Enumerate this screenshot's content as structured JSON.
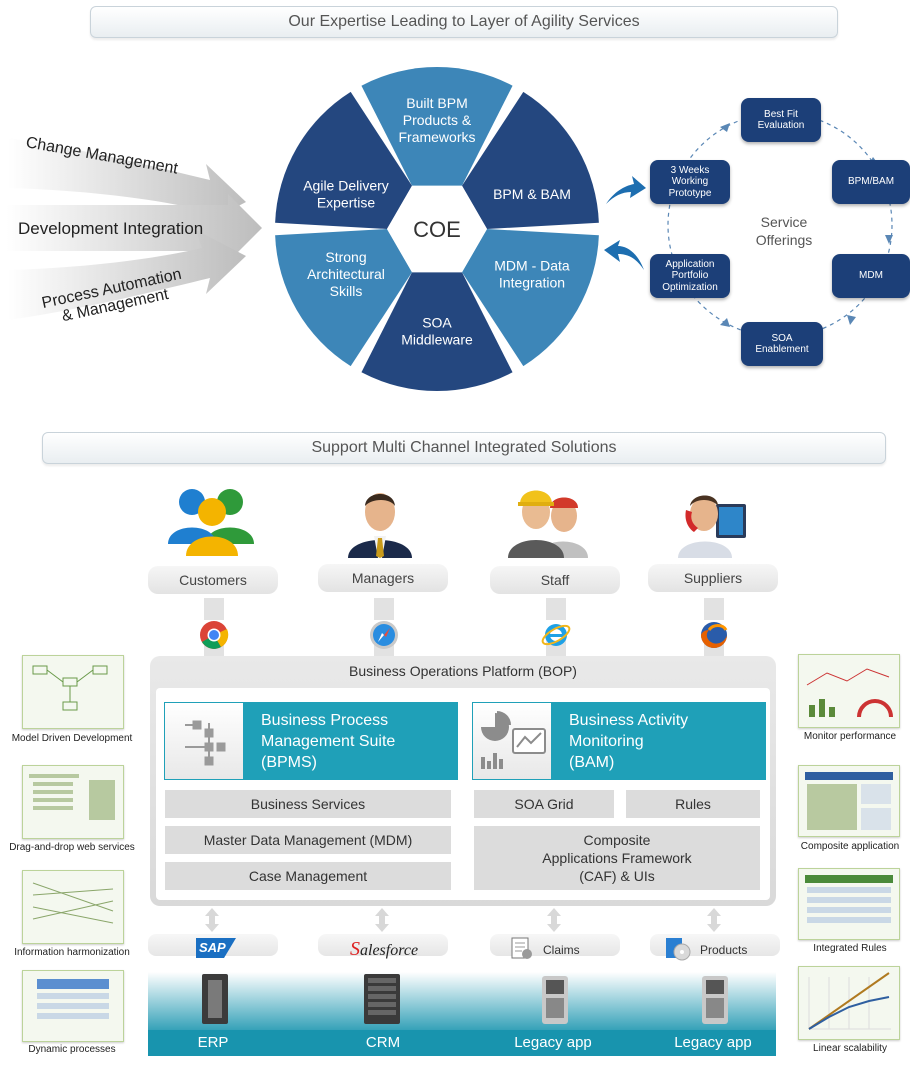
{
  "banners": {
    "top": "Our Expertise Leading to Layer of Agility Services",
    "middle": "Support Multi Channel Integrated Solutions"
  },
  "inputs": {
    "change": "Change Management",
    "development": "Development Integration",
    "process_line1": "Process Automation",
    "process_line2": "& Management"
  },
  "coe": {
    "center": "COE",
    "segments": [
      {
        "line1": "Built BPM",
        "line2": "Products &",
        "line3": "Frameworks"
      },
      {
        "line1": "BPM & BAM"
      },
      {
        "line1": "MDM - Data",
        "line2": "Integration"
      },
      {
        "line1": "SOA",
        "line2": "Middleware"
      },
      {
        "line1": "Strong",
        "line2": "Architectural",
        "line3": "Skills"
      },
      {
        "line1": "Agile Delivery",
        "line2": "Expertise"
      }
    ]
  },
  "service_offerings": {
    "center_line1": "Service",
    "center_line2": "Offerings",
    "items": [
      {
        "line1": "Best Fit",
        "line2": "Evaluation"
      },
      {
        "line1": "BPM/BAM"
      },
      {
        "line1": "MDM"
      },
      {
        "line1": "SOA",
        "line2": "Enablement"
      },
      {
        "line1": "Application",
        "line2": "Portfolio",
        "line3": "Optimization"
      },
      {
        "line1": "3 Weeks",
        "line2": "Working",
        "line3": "Prototype"
      }
    ]
  },
  "personas": [
    "Customers",
    "Managers",
    "Staff",
    "Suppliers"
  ],
  "browsers": [
    "chrome-icon",
    "safari-icon",
    "internet-explorer-icon",
    "firefox-icon"
  ],
  "bop": {
    "title": "Business Operations Platform (BOP)",
    "bpms_line1": "Business Process",
    "bpms_line2": "Management Suite",
    "bpms_line3": "(BPMS)",
    "bam_line1": "Business Activity",
    "bam_line2": "Monitoring",
    "bam_line3": "(BAM)",
    "business_services": "Business Services",
    "mdm": "Master Data Management (MDM)",
    "case": "Case Management",
    "soa_grid": "SOA Grid",
    "rules": "Rules",
    "caf_line1": "Composite",
    "caf_line2": "Applications Framework",
    "caf_line3": "(CAF) & UIs"
  },
  "systems": {
    "sap": "SAP",
    "salesforce_s": "S",
    "salesforce_rest": "alesforce",
    "claims": "Claims",
    "products": "Products"
  },
  "bottom": [
    "ERP",
    "CRM",
    "Legacy app",
    "Legacy app"
  ],
  "left_thumbs": [
    "Model Driven Development",
    "Drag-and-drop web services",
    "Information harmonization",
    "Dynamic processes"
  ],
  "right_thumbs": [
    "Monitor performance",
    "Composite application",
    "Integrated Rules",
    "Linear scalability"
  ],
  "colors": {
    "navy": "#1c3f78",
    "steel_blue": "#3d86b8",
    "teal": "#1fa0b8",
    "grey_box": "#dcdcdc"
  }
}
